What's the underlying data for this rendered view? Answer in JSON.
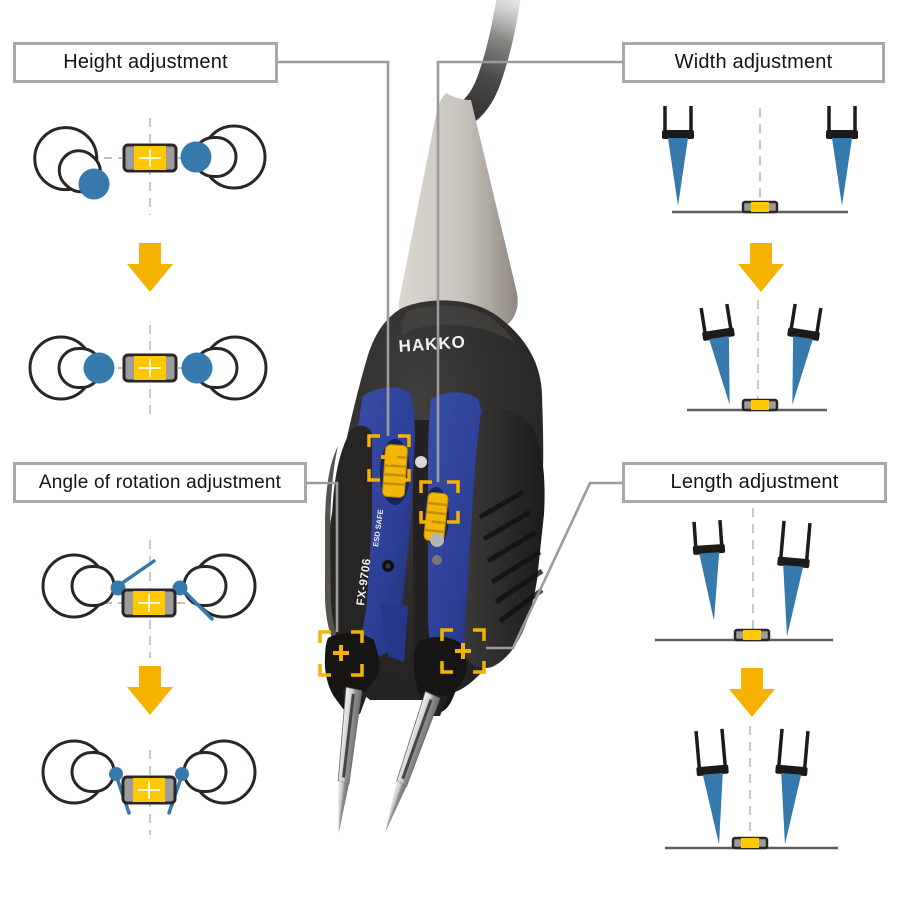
{
  "figure": {
    "callouts": {
      "height": {
        "label": "Height adjustment"
      },
      "width": {
        "label": "Width adjustment"
      },
      "angle": {
        "label": "Angle of rotation adjustment"
      },
      "length": {
        "label": "Length adjustment"
      }
    },
    "device": {
      "brand": "HAKKO",
      "model": "FX-9706",
      "marking": "ESD SAFE"
    },
    "colors": {
      "accent_yellow": "#F5B200",
      "chip_yellow": "#FFC800",
      "tip_blue": "#3579AD",
      "outline": "#2A2627",
      "callout_line": "#9B9B9B",
      "label_border": "#A8A8A8",
      "body_blue": "#2C3F96",
      "grip_dark": "#272524"
    }
  }
}
